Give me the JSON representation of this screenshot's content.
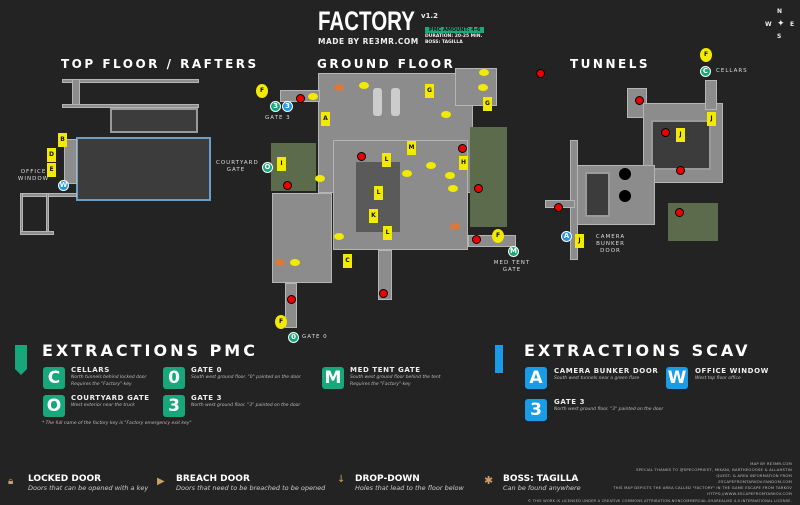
{
  "header": {
    "title": "FACTORY",
    "version": "v1.2",
    "made_by": "MADE BY RE3MR.COM",
    "pmc_amount": "PMC AMOUNT: 4-6",
    "duration": "DURATION: 20-25 MIN.",
    "boss": "BOSS: TAGILLA"
  },
  "compass": {
    "n": "N",
    "e": "E",
    "s": "S",
    "w": "W"
  },
  "sections": {
    "top_floor": "TOP FLOOR / RAFTERS",
    "ground_floor": "GROUND FLOOR",
    "tunnels": "TUNNELS"
  },
  "map": {
    "keys": {
      "a": "A",
      "b": "B",
      "c": "C",
      "d": "D",
      "e": "E",
      "f": "F",
      "g": "G",
      "h": "H",
      "i": "I",
      "j": "J",
      "k": "K",
      "l": "L",
      "m": "M"
    },
    "labels": {
      "gate3": "GATE 3",
      "courtyard": "COURTYARD GATE",
      "office": "OFFICE WINDOW",
      "medtent": "MED TENT GATE",
      "gate0": "GATE 0",
      "cellars": "CELLARS",
      "bunker": "CAMERA BUNKER DOOR"
    },
    "badges": {
      "gate3": "3",
      "cellars": "C",
      "courtyard": "O",
      "medtent": "M",
      "gate0": "0",
      "bunker": "A",
      "office": "W"
    },
    "colors": {
      "pmc": "#17a77a",
      "scav": "#1a9be6",
      "key": "#f2ea00",
      "spawn": "#e00000",
      "floor": "#8c8c8c",
      "background": "#232323"
    }
  },
  "pmc": {
    "title": "EXTRACTIONS PMC",
    "items": [
      {
        "badge": "C",
        "name": "CELLARS",
        "desc": "North tunnels behind locked door",
        "desc2": "Requires the \"Factory\"-key"
      },
      {
        "badge": "O",
        "name": "COURTYARD GATE",
        "desc": "West exterior near the truck"
      },
      {
        "badge": "0",
        "name": "GATE 0",
        "desc": "South west ground floor. \"0\" painted on the door"
      },
      {
        "badge": "3",
        "name": "GATE 3",
        "desc": "North west ground floor. \"3\" painted on the door"
      },
      {
        "badge": "M",
        "name": "MED TENT GATE",
        "desc": "South west ground floor behind the tent",
        "desc2": "Requires the \"Factory\"-key"
      }
    ],
    "footnote": "* The full name of the factory key is \"Factory emergency exit key\""
  },
  "scav": {
    "title": "EXTRACTIONS SCAV",
    "items": [
      {
        "badge": "A",
        "name": "CAMERA BUNKER DOOR",
        "desc": "South west tunnels near a green flare"
      },
      {
        "badge": "3",
        "name": "GATE 3",
        "desc": "North west ground floor. \"3\" painted on the door"
      },
      {
        "badge": "W",
        "name": "OFFICE WINDOW",
        "desc": "West top floor office"
      }
    ]
  },
  "legend": [
    {
      "icon": "lock-icon",
      "title": "LOCKED DOOR",
      "desc": "Doors that can be opened with a key"
    },
    {
      "icon": "breach-icon",
      "title": "BREACH DOOR",
      "desc": "Doors that need to be breached to be opened"
    },
    {
      "icon": "drop-down-icon",
      "title": "DROP-DOWN",
      "desc": "Holes that lead to the floor below"
    },
    {
      "icon": "spider-icon",
      "title": "BOSS: TAGILLA",
      "desc": "Can be found anywhere"
    }
  ],
  "credits": [
    "MAP BY RE3MR.COM",
    "SPECIAL THANKS TO @SPECOPRIEST, MIKANI, BARTHEGOOSE & ALLAHSTIN",
    "QUEST- & AREA INFORMATION FROM",
    "ESCAPEFROMTARKOV.FANDOM.COM",
    "THIS MAP DEPICTS THE AREA CALLED \"FACTORY\" IN THE GAME ESCAPE FROM TARKOV",
    "HTTPS://WWW.ESCAPEFROMTARKOV.COM",
    "© THIS WORK IS LICENSED UNDER A CREATIVE COMMONS ATTRIBUTION-NONCOMMERCIAL-SHAREALIKE 4.0 INTERNATIONAL LICENSE."
  ]
}
